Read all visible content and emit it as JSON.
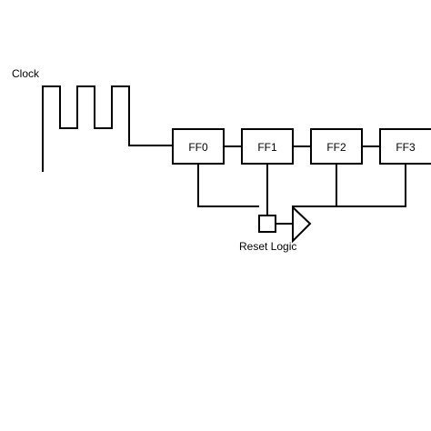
{
  "diagram": {
    "clock_label": "Clock",
    "flip_flops": [
      "FF0",
      "FF1",
      "FF2",
      "FF3"
    ],
    "reset_label": "Reset Logic"
  }
}
